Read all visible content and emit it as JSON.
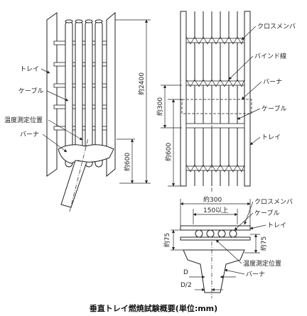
{
  "left_figure": {
    "label_tray": "トレイ",
    "label_cable": "ケーブル",
    "label_temp_point": "温度測定位置",
    "label_burner": "バーナ",
    "dim_height": "約2400",
    "dim_burner_height": "約600"
  },
  "right_figure": {
    "label_crossmember": "クロスメンバ",
    "label_binding_wire": "バインド線",
    "label_burner": "バーナ",
    "label_cable": "ケーブル",
    "label_tray": "トレイ",
    "dim_300": "約300",
    "dim_600": "約600"
  },
  "section_figure": {
    "dim_width": "約300",
    "dim_cable_span": "150以上",
    "label_crossmember": "クロスメンバ",
    "label_cable": "ケーブル",
    "label_tray": "トレイ",
    "dim_left_75": "約75",
    "dim_right_75": "約75",
    "label_temp_point": "温度測定位置",
    "label_burner": "バーナ",
    "dim_d": "D",
    "dim_d2": "D/2"
  },
  "caption": "垂直トレイ燃焼試験概要(単位:mm)"
}
